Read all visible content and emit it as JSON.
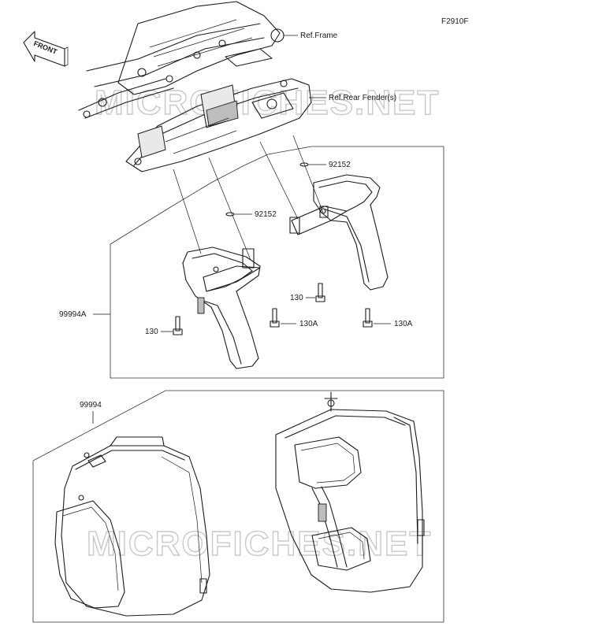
{
  "figure_code": "F2910F",
  "orientation_label": "FRONT",
  "watermark": "MICROFICHES.NET",
  "parts": {
    "ref_frame": "Ref.Frame",
    "ref_rear_fender": "Ref.Rear Fender(s)",
    "clip_upper": "92152",
    "clip_lower": "92152",
    "kit_holder": "99994A",
    "bolt_130_right": "130",
    "bolt_130_left": "130",
    "bolt_130a_left": "130A",
    "bolt_130a_right": "130A",
    "kit_bags": "99994"
  }
}
